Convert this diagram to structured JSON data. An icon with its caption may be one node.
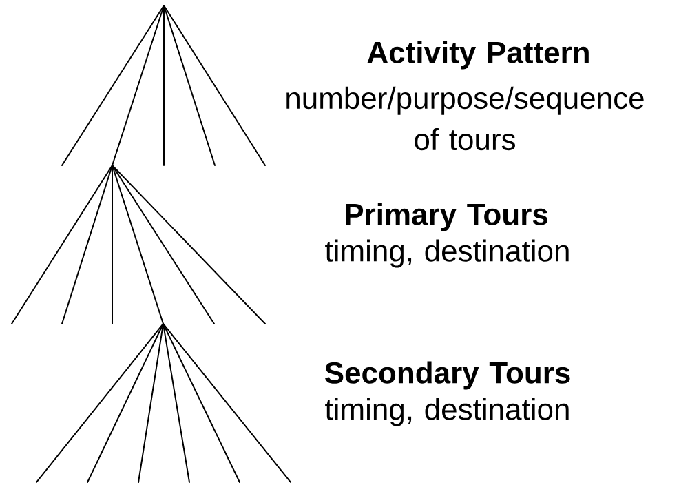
{
  "diagram": {
    "labels": [
      "Activity Pattern",
      "number/purpose/sequence of tours",
      "Primary Tours",
      "timing, destination",
      "Secondary Tours",
      "timing, destination"
    ]
  }
}
